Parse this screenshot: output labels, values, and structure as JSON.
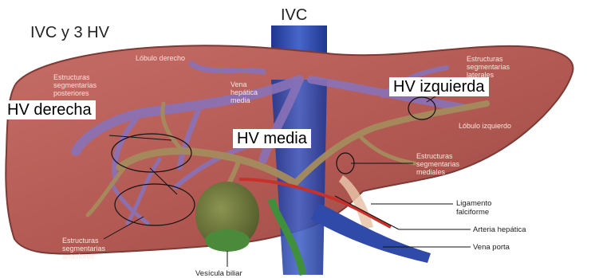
{
  "title": "IVC y 3 HV",
  "ivc_label": "IVC",
  "boxed_labels": {
    "hv_derecha": "HV derecha",
    "hv_media": "HV media",
    "hv_izquierda": "HV izquierda"
  },
  "anatomy_labels": {
    "lobulo_derecho": "Lóbulo derecho",
    "vena_hepatica_media": [
      "Vena",
      "hepática",
      "media"
    ],
    "estructuras_posteriores": [
      "Estructuras",
      "segmentarias",
      "posteriores"
    ],
    "estructuras_laterales": [
      "Estructuras",
      "segmentarias",
      "laterales"
    ],
    "lobulo_izquierdo": "Lóbulo izquierdo",
    "estructuras_mediales": [
      "Estructuras",
      "segmentarias",
      "mediales"
    ],
    "ligamento_falciforme": [
      "Ligamento",
      "falciforme"
    ],
    "arteria_hepatica": "Arteria hepática",
    "vena_porta": "Vena porta",
    "estructuras_anteriores": [
      "Estructuras",
      "segmentarias",
      "anteriores"
    ],
    "vesicula_biliar": "Vesícula biliar"
  },
  "colors": {
    "liver": "#b8605a",
    "liver_edge": "#7d3a35",
    "ivc_blue": "#2e46a8",
    "hepatic_veins": "#8a72b8",
    "portal_tree": "#a58b5c",
    "artery": "#c8312b",
    "bile_duct": "#3f8f3c",
    "gallbladder": "#6f7a3a",
    "ligament": "#e8c4a8"
  }
}
